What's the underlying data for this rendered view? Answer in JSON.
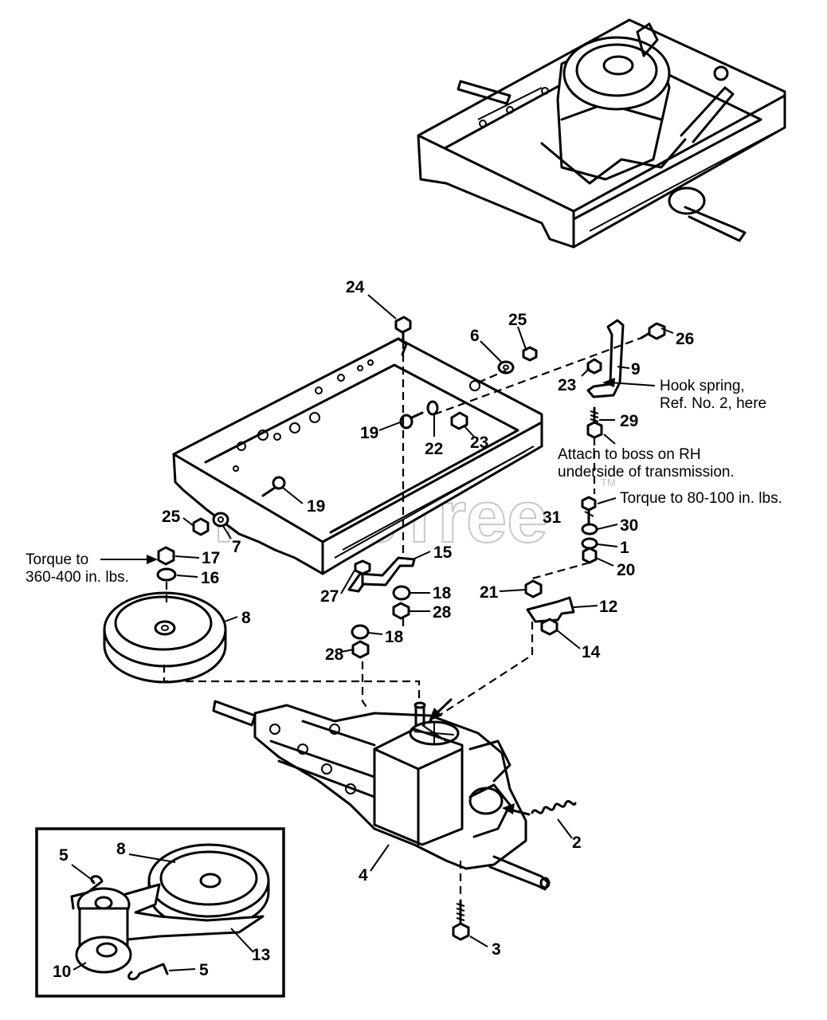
{
  "watermark": {
    "text": "PartsTree",
    "trademark": "TM"
  },
  "callouts": {
    "c1": "1",
    "c2": "2",
    "c3": "3",
    "c4": "4",
    "c5a": "5",
    "c5b": "5",
    "c6": "6",
    "c7": "7",
    "c8a": "8",
    "c8b": "8",
    "c9": "9",
    "c10": "10",
    "c12": "12",
    "c13": "13",
    "c14": "14",
    "c15": "15",
    "c16": "16",
    "c17": "17",
    "c18a": "18",
    "c18b": "18",
    "c19a": "19",
    "c19b": "19",
    "c20": "20",
    "c21": "21",
    "c22": "22",
    "c23a": "23",
    "c23b": "23",
    "c24": "24",
    "c25a": "25",
    "c25b": "25",
    "c26": "26",
    "c27": "27",
    "c28a": "28",
    "c28b": "28",
    "c29": "29",
    "c30": "30",
    "c31": "31"
  },
  "notes": {
    "hook_line1": "Hook spring,",
    "hook_line2": "Ref. No. 2, here",
    "attach_line1": "Attach to boss on RH",
    "attach_line2": "underside of transmission.",
    "torque_80_100": "Torque to 80-100 in. lbs.",
    "torque_360_line1": "Torque to",
    "torque_360_line2": "360-400 in. lbs."
  }
}
